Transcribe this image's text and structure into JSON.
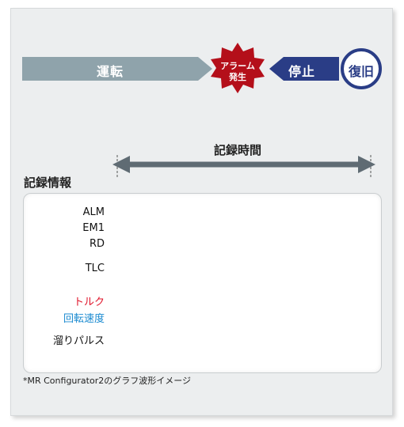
{
  "flow": {
    "running": "運転",
    "alarm_line1": "アラーム",
    "alarm_line2": "発生",
    "stop": "停止",
    "recovery": "復旧"
  },
  "record_time_label": "記録時間",
  "record_info_label": "記録情報",
  "signals": {
    "alm": "ALM",
    "em1": "EM1",
    "rd": "RD",
    "tlc": "TLC",
    "torque": "トルク",
    "speed": "回転速度",
    "droop": "溜りパルス"
  },
  "colors": {
    "flow_gray": "#8fa3ab",
    "alarm_red": "#b40f1a",
    "stop_navy": "#2a3d86",
    "torque_red": "#e0142a",
    "speed_blue": "#1a8ad0"
  },
  "footnote": "*MR Configurator2のグラフ波形イメージ"
}
